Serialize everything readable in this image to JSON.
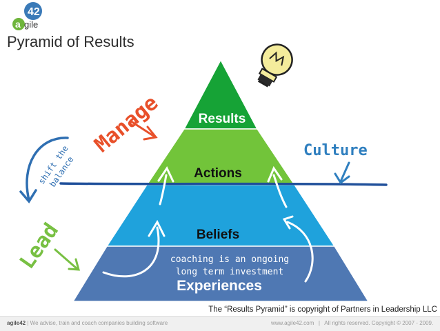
{
  "logo": {
    "number": "42",
    "word_prefix": "a",
    "word": "gile"
  },
  "slide": {
    "title": "Pyramid of Results",
    "copyright_note": "The “Results Pyramid” is copyright of Partners in Leadership LLC"
  },
  "pyramid": {
    "tiers": [
      {
        "label": "Results",
        "color": "#16a336"
      },
      {
        "label": "Actions",
        "color": "#72c43a"
      },
      {
        "label": "Beliefs",
        "color": "#1fa2dc"
      },
      {
        "label": "Experiences",
        "color": "#4f78b3"
      }
    ],
    "note_line1": "coaching is an ongoing",
    "note_line2": "long term investment"
  },
  "annotations": {
    "manage": "Manage",
    "lead": "Lead",
    "culture": "Culture",
    "shift_line1": "shift the",
    "shift_line2": "balance"
  },
  "colors": {
    "manage": "#e8502a",
    "lead": "#78c043",
    "culture": "#2f7fbf",
    "shift": "#2f6fb2",
    "culture_line": "#1f4f9a"
  },
  "footer": {
    "brand": "agile42",
    "tagline": " | We advise, train and coach companies building software",
    "site": "www.agile42.com",
    "separator": "|",
    "rights": "All rights reserved. Copyright © 2007 - 2009."
  }
}
